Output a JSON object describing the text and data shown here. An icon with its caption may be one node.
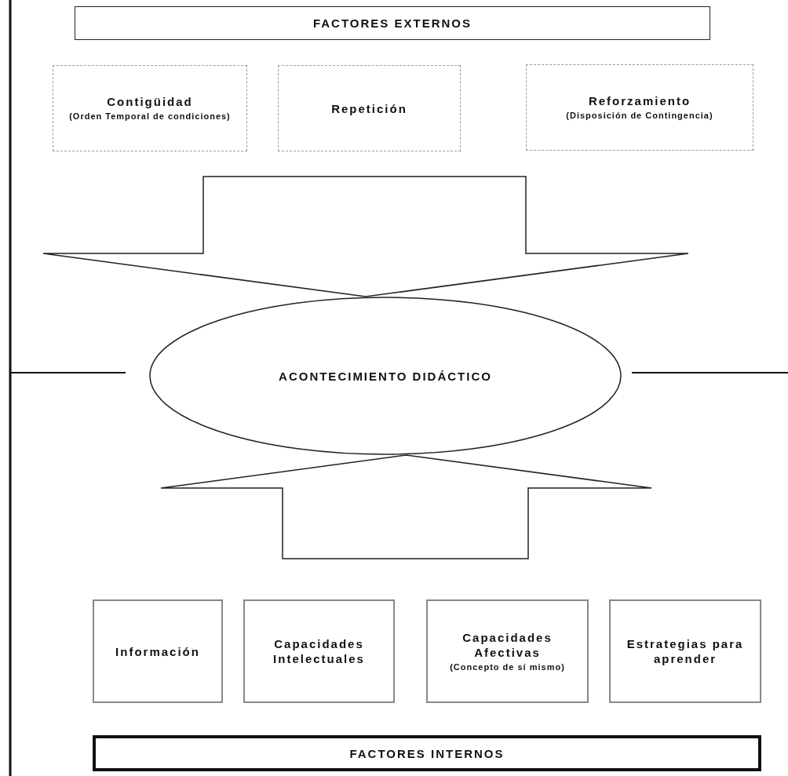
{
  "diagram": {
    "nodes": [
      {
        "text": [
          "FACTORES EXTERNOS"
        ]
      },
      {
        "text": [
          "Contigüidad",
          "(Orden Temporal de condiciones)"
        ]
      },
      {
        "text": [
          "Repetición"
        ]
      },
      {
        "text": [
          "Reforzamiento",
          "(Disposición de Contingencia)"
        ]
      },
      {
        "text": [
          "ACONTECIMIENTO DIDÁCTICO"
        ]
      },
      {
        "text": [
          "Información"
        ]
      },
      {
        "text": [
          "Capacidades Intelectuales"
        ]
      },
      {
        "text": [
          "Capacidades Afectivas",
          "(Concepto de sí mismo)"
        ]
      },
      {
        "text": [
          "Estrategias para aprender"
        ]
      },
      {
        "text": [
          "FACTORES INTERNOS"
        ]
      }
    ],
    "edges": [
      {
        "from": null,
        "to": 4,
        "arrow": "to"
      },
      {
        "from": null,
        "to": 4,
        "arrow": "to"
      }
    ]
  }
}
